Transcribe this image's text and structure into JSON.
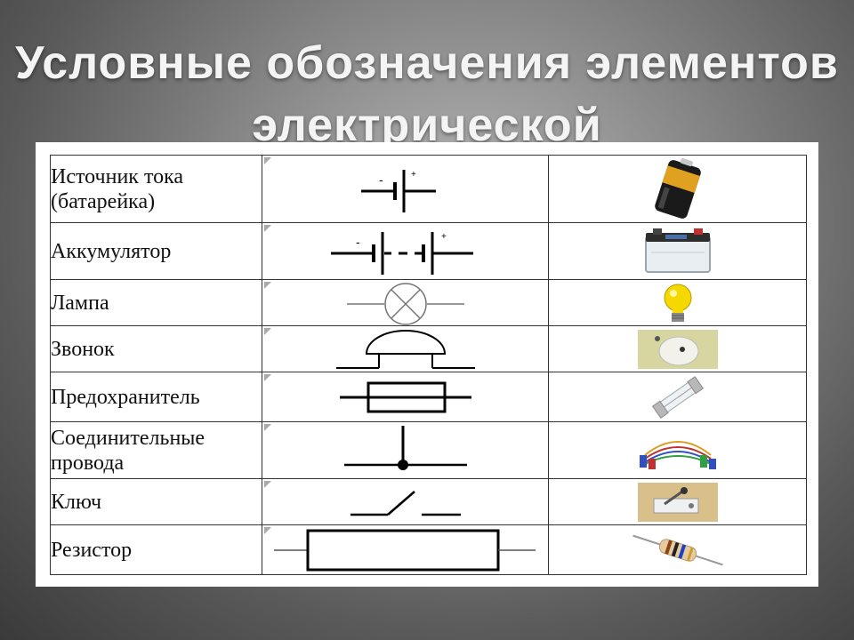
{
  "slide": {
    "title": "Условные обозначения элементов электрической"
  },
  "rows": [
    {
      "id": "battery",
      "name_lines": [
        "Источник тока",
        "(батарейка)"
      ],
      "symbol_marks": [
        "-",
        "+"
      ],
      "icon": "battery-icon"
    },
    {
      "id": "accumulator",
      "name_lines": [
        "Аккумулятор"
      ],
      "symbol_marks": [
        "-",
        "+"
      ],
      "icon": "car-battery-icon"
    },
    {
      "id": "lamp",
      "name_lines": [
        "Лампа"
      ],
      "icon": "light-bulb-icon"
    },
    {
      "id": "bell",
      "name_lines": [
        "Звонок"
      ],
      "icon": "bell-icon"
    },
    {
      "id": "fuse",
      "name_lines": [
        "Предохранитель"
      ],
      "icon": "fuse-icon"
    },
    {
      "id": "wires",
      "name_lines": [
        "Соединительные",
        "провода"
      ],
      "icon": "wires-icon"
    },
    {
      "id": "switch",
      "name_lines": [
        "Ключ"
      ],
      "icon": "switch-icon"
    },
    {
      "id": "resistor",
      "name_lines": [
        "Резистор"
      ],
      "icon": "resistor-icon"
    }
  ],
  "colors": {
    "battery_band": "#e0a020",
    "bulb_yellow": "#f5d800",
    "resistor_body": "#e8c9a0"
  }
}
